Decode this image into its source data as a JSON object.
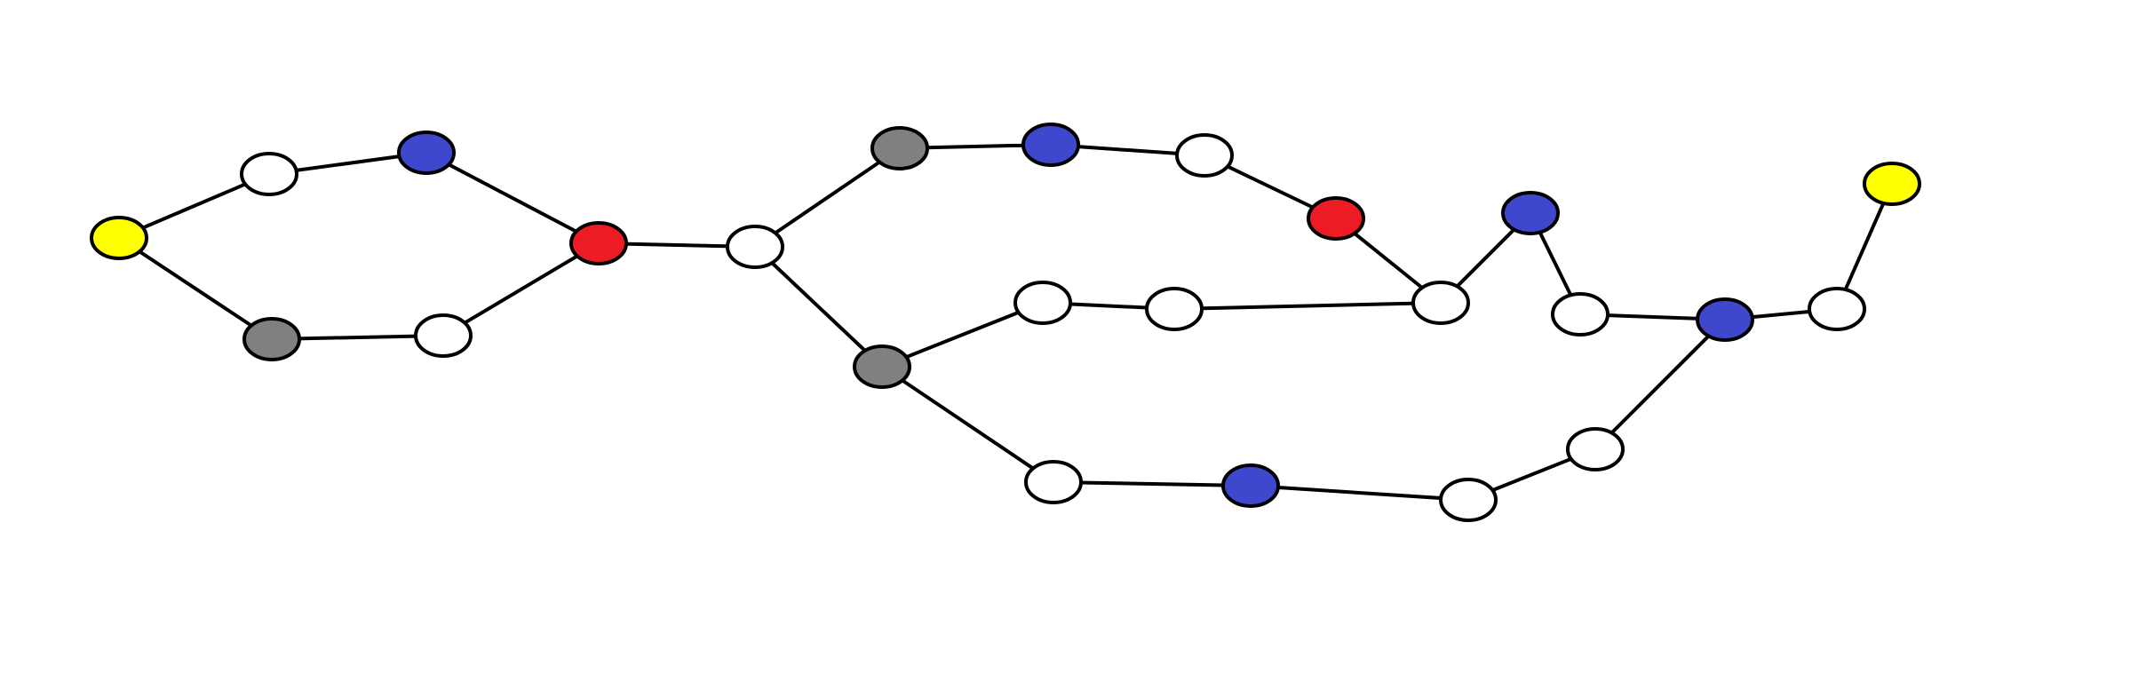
{
  "diagram": {
    "type": "graph",
    "colors": {
      "white": "#ffffff",
      "yellow": "#ffff00",
      "gray": "#808080",
      "blue": "#3f48cc",
      "red": "#ed1c24",
      "stroke": "#000000"
    },
    "nodes": [
      {
        "id": "n1",
        "color": "yellow"
      },
      {
        "id": "n2",
        "color": "white"
      },
      {
        "id": "n3",
        "color": "blue"
      },
      {
        "id": "n4",
        "color": "red"
      },
      {
        "id": "n5",
        "color": "gray"
      },
      {
        "id": "n6",
        "color": "white"
      },
      {
        "id": "n7",
        "color": "white"
      },
      {
        "id": "n8",
        "color": "gray"
      },
      {
        "id": "n9",
        "color": "blue"
      },
      {
        "id": "n10",
        "color": "white"
      },
      {
        "id": "n11",
        "color": "red"
      },
      {
        "id": "n12",
        "color": "white"
      },
      {
        "id": "n13",
        "color": "blue"
      },
      {
        "id": "n14",
        "color": "white"
      },
      {
        "id": "n15",
        "color": "blue"
      },
      {
        "id": "n16",
        "color": "white"
      },
      {
        "id": "n17",
        "color": "yellow"
      },
      {
        "id": "n18",
        "color": "gray"
      },
      {
        "id": "n19",
        "color": "white"
      },
      {
        "id": "n20",
        "color": "white"
      },
      {
        "id": "n21",
        "color": "white"
      },
      {
        "id": "n22",
        "color": "blue"
      },
      {
        "id": "n23",
        "color": "white"
      },
      {
        "id": "n24",
        "color": "white"
      }
    ],
    "edges": [
      [
        "n1",
        "n2"
      ],
      [
        "n2",
        "n3"
      ],
      [
        "n3",
        "n4"
      ],
      [
        "n1",
        "n5"
      ],
      [
        "n5",
        "n6"
      ],
      [
        "n6",
        "n4"
      ],
      [
        "n4",
        "n7"
      ],
      [
        "n7",
        "n8"
      ],
      [
        "n8",
        "n9"
      ],
      [
        "n9",
        "n10"
      ],
      [
        "n10",
        "n11"
      ],
      [
        "n11",
        "n12"
      ],
      [
        "n12",
        "n13"
      ],
      [
        "n13",
        "n14"
      ],
      [
        "n14",
        "n15"
      ],
      [
        "n15",
        "n16"
      ],
      [
        "n16",
        "n17"
      ],
      [
        "n7",
        "n18"
      ],
      [
        "n18",
        "n19"
      ],
      [
        "n19",
        "n20"
      ],
      [
        "n20",
        "n12"
      ],
      [
        "n18",
        "n21"
      ],
      [
        "n21",
        "n22"
      ],
      [
        "n22",
        "n23"
      ],
      [
        "n23",
        "n24"
      ],
      [
        "n24",
        "n15"
      ]
    ]
  }
}
